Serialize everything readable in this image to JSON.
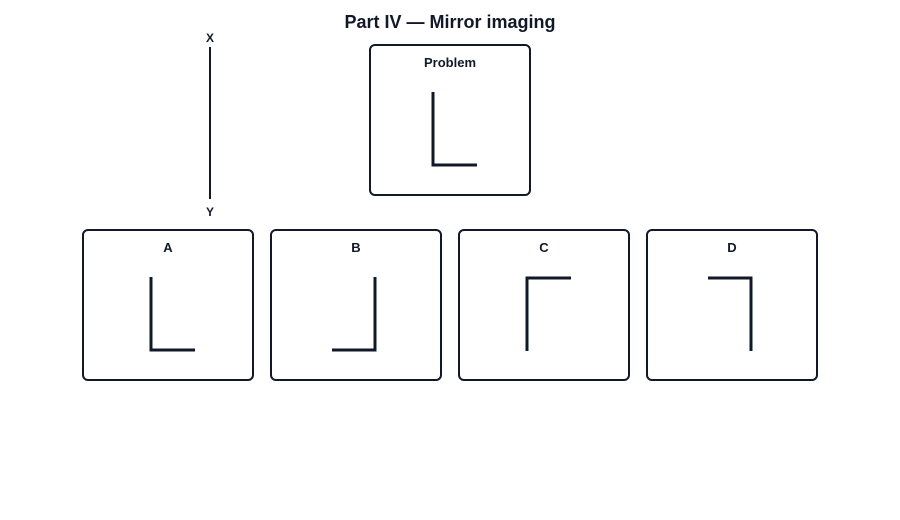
{
  "title": "Part IV — Mirror imaging",
  "mirror": {
    "top_label": "X",
    "bottom_label": "Y"
  },
  "problem": {
    "label": "Problem"
  },
  "options": [
    {
      "label": "A"
    },
    {
      "label": "B"
    },
    {
      "label": "C"
    },
    {
      "label": "D"
    }
  ],
  "colors": {
    "stroke": "#111827",
    "background": "#ffffff"
  }
}
